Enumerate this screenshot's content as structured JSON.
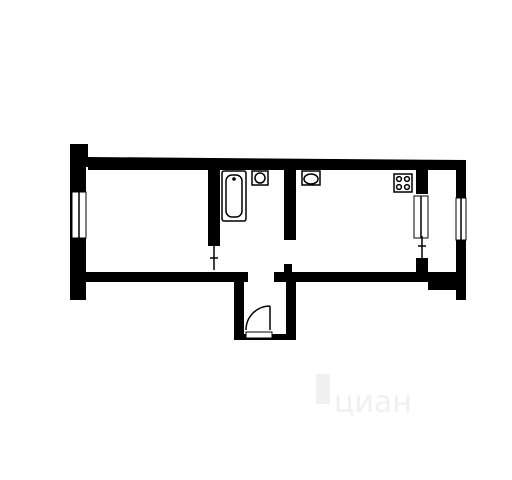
{
  "floor_plan": {
    "rooms": [
      "living-room",
      "bathroom",
      "kitchen",
      "hallway",
      "balcony"
    ],
    "fixtures": [
      "bathtub-icon",
      "sink-icon",
      "toilet-icon",
      "stove-icon"
    ],
    "colors": {
      "wall": "#000000",
      "background": "#ffffff",
      "watermark": "#f0f0f0"
    }
  },
  "watermark": {
    "text": "циан"
  }
}
